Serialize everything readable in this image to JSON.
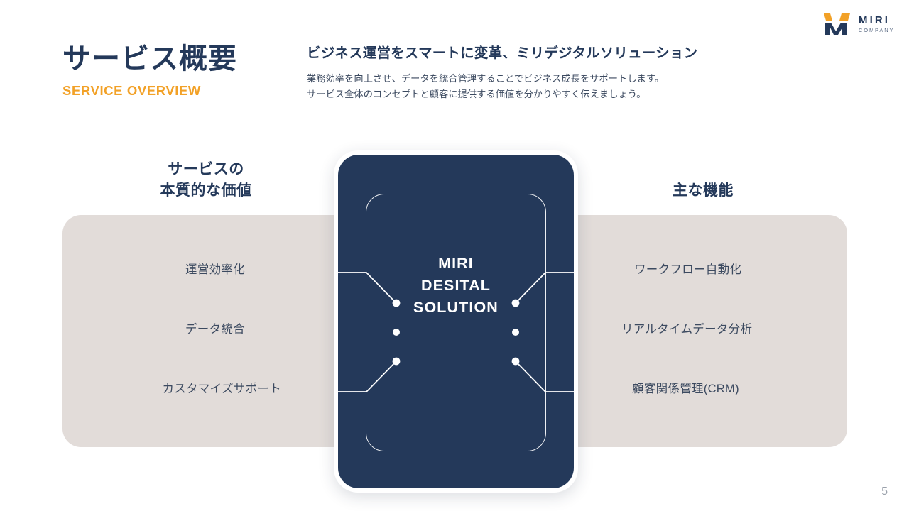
{
  "logo": {
    "mark": "miri-m-monogram",
    "name": "MIRI",
    "sub": "COMPANY",
    "navy": "#24395a",
    "gold": "#f2a127"
  },
  "header": {
    "title": "サービス概要",
    "subtitle": "SERVICE OVERVIEW",
    "lede_heading": "ビジネス運営をスマートに変革、ミリデジタルソリューション",
    "lede_line1": "業務効率を向上させ、データを統合管理することでビジネス成長をサポートします。",
    "lede_line2": "サービス全体のコンセプトと顧客に提供する価値を分かりやすく伝えましょう。"
  },
  "diagram": {
    "left_heading_line1": "サービスの",
    "left_heading_line2": "本質的な価値",
    "right_heading": "主な機能",
    "left_items": [
      {
        "label": "運営効率化"
      },
      {
        "label": "データ統合"
      },
      {
        "label": "カスタマイズサポート"
      }
    ],
    "right_items": [
      {
        "label": "ワークフロー自動化"
      },
      {
        "label": "リアルタイムデータ分析"
      },
      {
        "label": "顧客関係管理(CRM)"
      }
    ],
    "center": {
      "line1": "MIRI",
      "line2": "DESITAL",
      "line3": "SOLUTION"
    },
    "panel_color": "#e2dcd9",
    "card_color": "#24395a"
  },
  "footer": {
    "page_number": "5"
  }
}
